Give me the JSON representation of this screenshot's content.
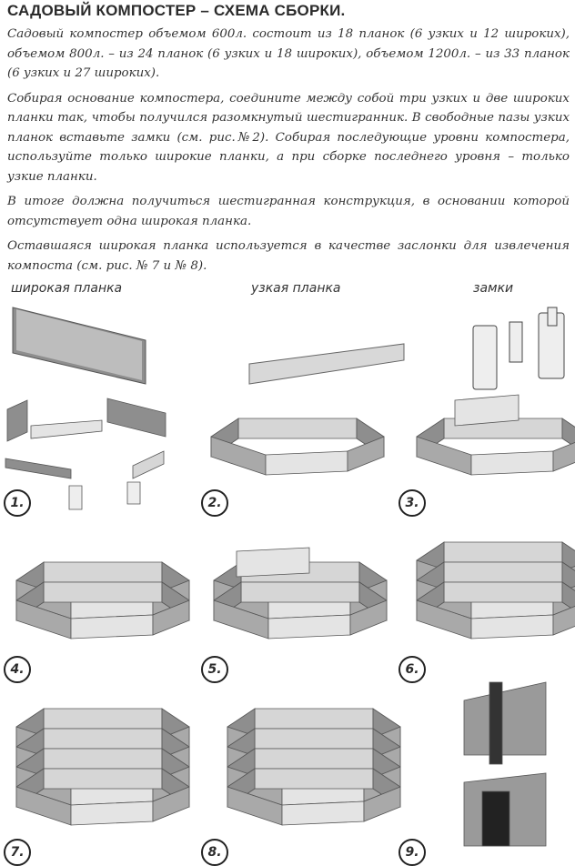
{
  "title": "САДОВЫЙ КОМПОСТЕР – СХЕМА СБОРКИ.",
  "paragraphs": [
    "Садовый компостер объемом 600л. состоит из 18 планок (6 узких и 12 широких), объемом 800л. – из 24 планок (6 узких и 18 широких), объемом 1200л. – из 33 планок (6 узких и 27 широких).",
    "Собирая основание компостера, соедините между собой три узких и две широких планки так, чтобы получился разомкнутый шестигранник. В свободные пазы узких планок вставьте замки (см. рис.№2). Собирая последующие уровни компостера, используйте только широкие планки, а при сборке последнего уровня – только узкие планки.",
    "В итоге должна получиться шестигранная конструкция, в основании которой отсутствует одна широкая планка.",
    "Оставшаяся широкая планка используется в качестве заслонки для извлечения компоста (см. рис. № 7 и № 8)."
  ],
  "parts": {
    "wide": "широкая планка",
    "narrow": "узкая планка",
    "locks": "замки"
  },
  "steps": [
    "1.",
    "2.",
    "3.",
    "4.",
    "5.",
    "6.",
    "7.",
    "8.",
    "9."
  ],
  "colors": {
    "panel": "#d6d6d6",
    "panel_dark": "#8e8e8e",
    "edge": "#555555"
  }
}
